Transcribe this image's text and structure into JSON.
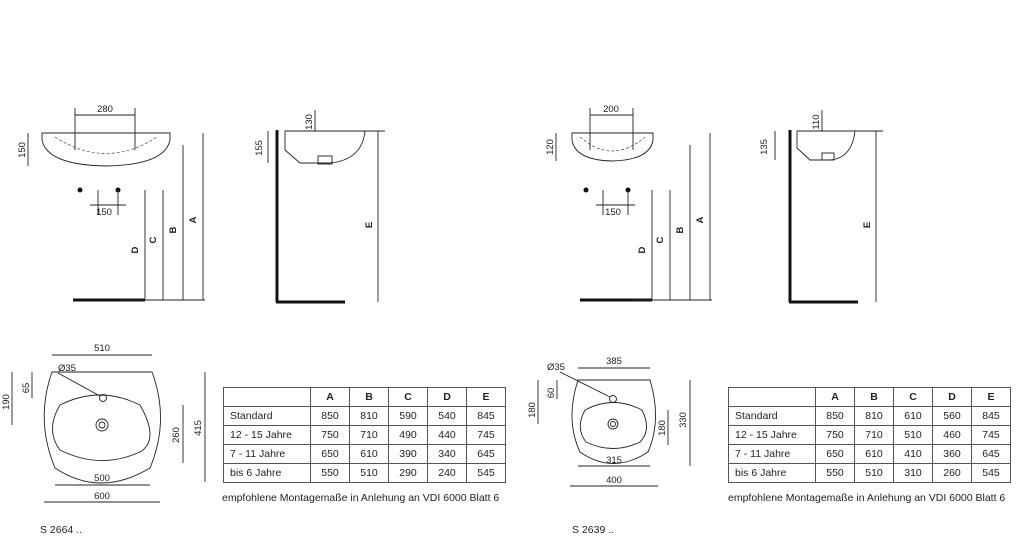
{
  "models": [
    {
      "code": "S 2664 ..",
      "top_view": {
        "tap_spacing": "280",
        "basin_height": "150",
        "valve_spacing": "150"
      },
      "side_view": {
        "top_offset": "130",
        "depth": "155"
      },
      "plan_view": {
        "width_top": "510",
        "width_outer": "600",
        "width_inner": "500",
        "hole_diameter": "Ø35",
        "hole_offset": "65",
        "front_depth": "190",
        "bowl_depth": "260",
        "total_depth": "415"
      },
      "height_labels": [
        "A",
        "B",
        "C",
        "D",
        "E"
      ],
      "table": {
        "headers": [
          "",
          "A",
          "B",
          "C",
          "D",
          "E"
        ],
        "rows": [
          {
            "label": "Standard",
            "values": [
              "850",
              "810",
              "590",
              "540",
              "845"
            ]
          },
          {
            "label": "12 - 15 Jahre",
            "values": [
              "750",
              "710",
              "490",
              "440",
              "745"
            ]
          },
          {
            "label": "7 - 11 Jahre",
            "values": [
              "650",
              "610",
              "390",
              "340",
              "645"
            ]
          },
          {
            "label": "bis 6 Jahre",
            "values": [
              "550",
              "510",
              "290",
              "240",
              "545"
            ]
          }
        ],
        "note": "empfohlene Montagemaße in Anlehung an VDI 6000 Blatt 6"
      }
    },
    {
      "code": "S 2639 ..",
      "top_view": {
        "tap_spacing": "200",
        "basin_height": "120",
        "valve_spacing": "150"
      },
      "side_view": {
        "top_offset": "110",
        "depth": "135"
      },
      "plan_view": {
        "width_top": "385",
        "width_outer": "400",
        "width_inner": "315",
        "hole_diameter": "Ø35",
        "hole_offset": "60",
        "front_depth": "180",
        "bowl_depth": "180",
        "total_depth": "330"
      },
      "height_labels": [
        "A",
        "B",
        "C",
        "D",
        "E"
      ],
      "table": {
        "headers": [
          "",
          "A",
          "B",
          "C",
          "D",
          "E"
        ],
        "rows": [
          {
            "label": "Standard",
            "values": [
              "850",
              "810",
              "610",
              "560",
              "845"
            ]
          },
          {
            "label": "12 - 15 Jahre",
            "values": [
              "750",
              "710",
              "510",
              "460",
              "745"
            ]
          },
          {
            "label": "7 - 11 Jahre",
            "values": [
              "650",
              "610",
              "410",
              "360",
              "645"
            ]
          },
          {
            "label": "bis 6 Jahre",
            "values": [
              "550",
              "510",
              "310",
              "260",
              "545"
            ]
          }
        ],
        "note": "empfohlene Montagemaße in Anlehung an VDI 6000 Blatt 6"
      }
    }
  ]
}
